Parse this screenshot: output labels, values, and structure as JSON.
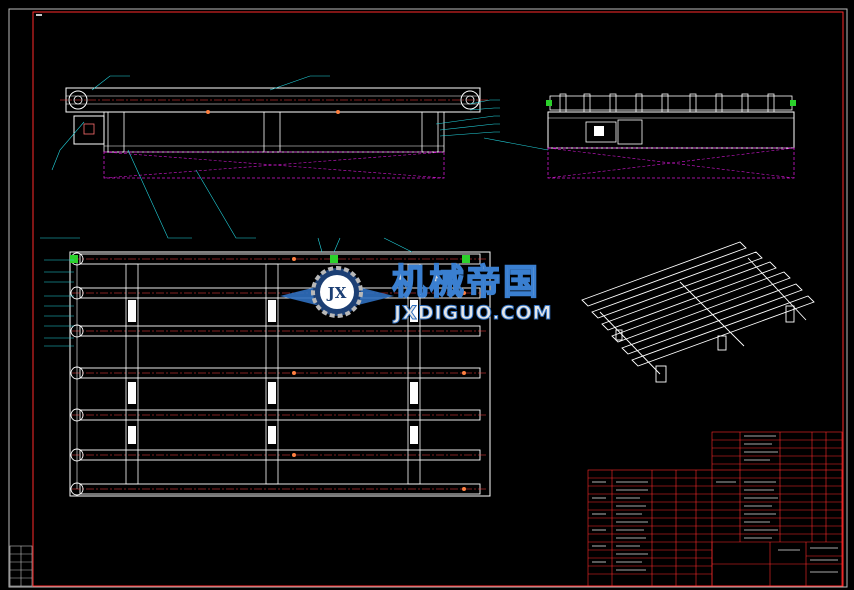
{
  "sheet": {
    "tag_label": "",
    "watermark": {
      "name_cn": "机械帝国",
      "domain": "JXDIGUO.COM",
      "emblem_letters": "JX"
    },
    "notes_heading": "",
    "notes_lines": [
      "",
      "",
      "",
      ""
    ],
    "title_block": {
      "drawing_name": "",
      "code": ""
    }
  },
  "colors": {
    "background": "#000000",
    "frame": "#ff2a2a",
    "geometry": "#ffffff",
    "leader": "#22d6e0",
    "hidden": "#d018d0",
    "center": "#ff4040",
    "accent_green": "#2bd12b",
    "watermark_blue": "#2f6fbf"
  }
}
